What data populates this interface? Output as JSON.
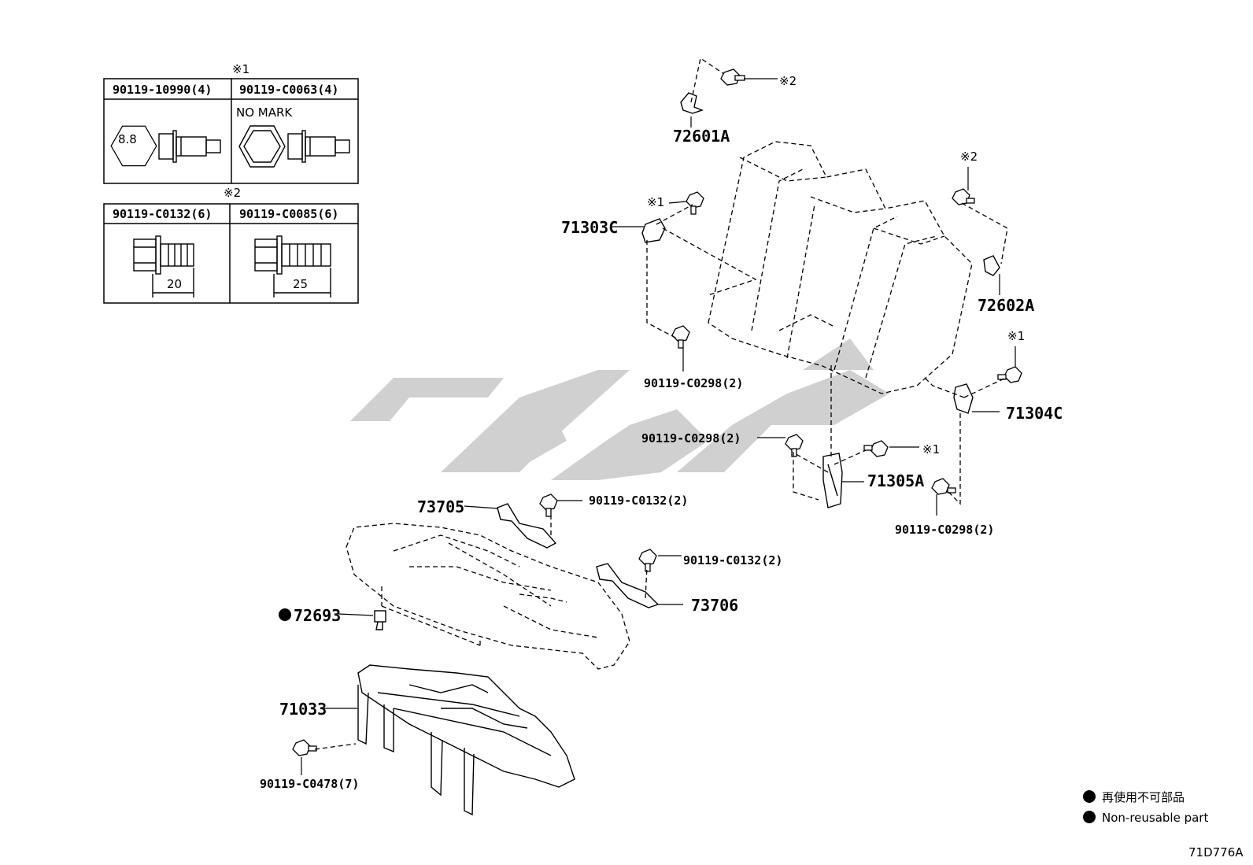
{
  "legend_tables": {
    "table1_marker": "※1",
    "table1": [
      {
        "part": "90119-10990(4)",
        "mark": "8.8"
      },
      {
        "part": "90119-C0063(4)",
        "mark": "NO MARK"
      }
    ],
    "table2_marker": "※2",
    "table2": [
      {
        "part": "90119-C0132(6)",
        "length": "20"
      },
      {
        "part": "90119-C0085(6)",
        "length": "25"
      }
    ]
  },
  "callouts": {
    "p72601A": "72601A",
    "p72601A_ref": "※2",
    "p71303C": "71303C",
    "p71303C_ref": "※1",
    "bolt_0298_upper": "90119-C0298(2)",
    "p72602A": "72602A",
    "p72602A_ref": "※2",
    "p71304C": "71304C",
    "p71304C_ref": "※1",
    "bolt_0298_mid": "90119-C0298(2)",
    "p71305A": "71305A",
    "p71305A_ref": "※1",
    "bolt_0298_right": "90119-C0298(2)",
    "p73705": "73705",
    "bolt_0132_a": "90119-C0132(2)",
    "bolt_0132_b": "90119-C0132(2)",
    "p73706": "73706",
    "p72693": "72693",
    "p71033": "71033",
    "bolt_0478": "90119-C0478(7)"
  },
  "legend": {
    "japanese": "再使用不可部品",
    "english": "Non-reusable part"
  },
  "diagram_code": "71D776A",
  "colors": {
    "line": "#000000",
    "watermark": "#d0d0d0"
  }
}
